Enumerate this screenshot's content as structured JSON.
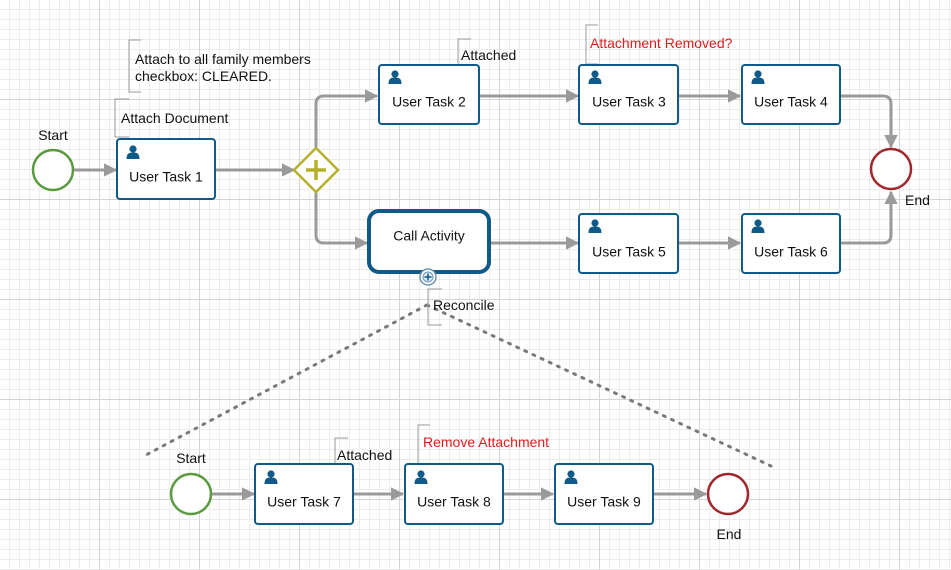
{
  "diagram": {
    "events": {
      "start_main": "Start",
      "end_main": "End",
      "start_sub": "Start",
      "end_sub": "End"
    },
    "tasks": {
      "t1": "User Task 1",
      "t2": "User Task 2",
      "t3": "User Task 3",
      "t4": "User Task 4",
      "t5": "User Task 5",
      "t6": "User Task 6",
      "t7": "User Task 7",
      "t8": "User Task 8",
      "t9": "User Task 9"
    },
    "call_activity": {
      "label": "Call Activity",
      "boundary_label": "Reconcile"
    },
    "annotations": {
      "family_line1": "Attach to all family members",
      "family_line2": "checkbox: CLEARED.",
      "attach_document": "Attach Document",
      "attached_top": "Attached",
      "attachment_removed": "Attachment Removed?",
      "attached_sub": "Attached",
      "remove_attachment": "Remove Attachment"
    },
    "colors": {
      "task_border": "#0f5a88",
      "start_event": "#5a9a3e",
      "end_event": "#a0282c",
      "gateway": "#b5b02a",
      "flow": "#9a9a9a",
      "warning_text": "#e31b1b"
    },
    "icons": {
      "task": "user-icon",
      "gateway": "parallel-gateway-plus-icon",
      "call_activity_marker": "expand-plus-icon"
    }
  }
}
